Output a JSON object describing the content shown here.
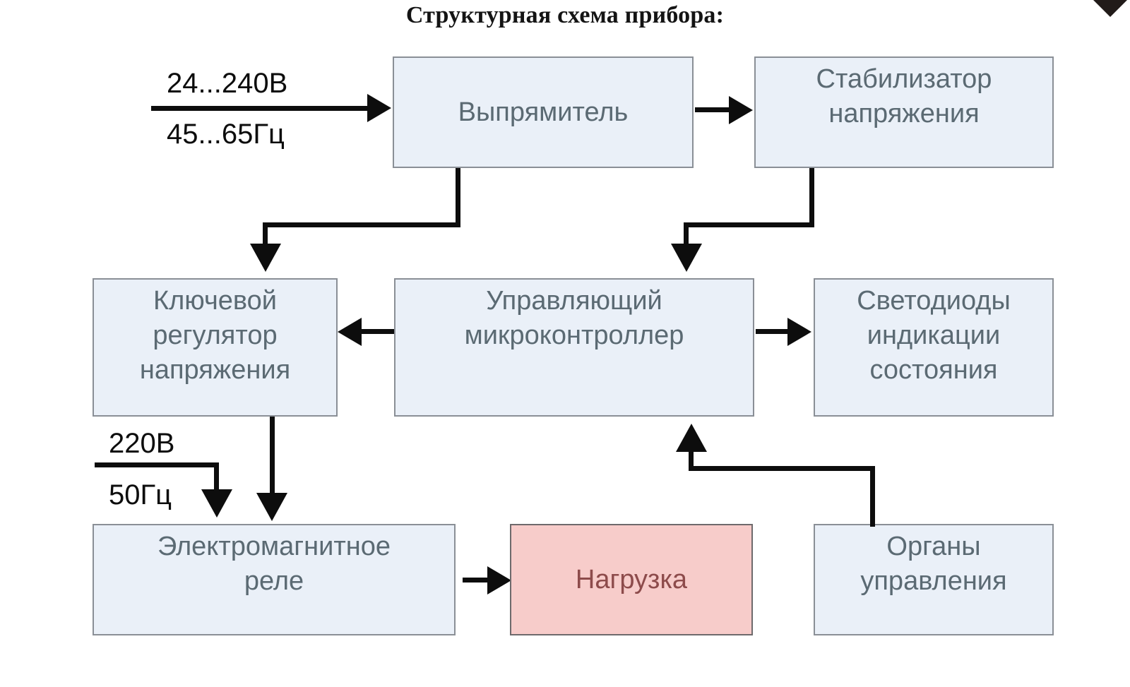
{
  "title": "Структурная схема прибора:",
  "palette": {
    "block_fill": "#eaf0f8",
    "block_border": "#8a8f96",
    "block_text": "#5b6a73",
    "load_fill": "#f7ccca",
    "load_text": "#8d4b4b",
    "wire": "#0d0d0d",
    "title_text": "#141414",
    "background": "#ffffff"
  },
  "blocks": [
    {
      "id": "rectifier",
      "label": "Выпрямитель"
    },
    {
      "id": "stabilizer",
      "label": "Стабилизатор\nнапряжения"
    },
    {
      "id": "regulator",
      "label": "Ключевой\nрегулятор\nнапряжения"
    },
    {
      "id": "mcu",
      "label": "Управляющий\nмикроконтроллер"
    },
    {
      "id": "leds",
      "label": "Светодиоды\nиндикации\nсостояния"
    },
    {
      "id": "relay",
      "label": "Электромагнитное\nреле"
    },
    {
      "id": "load",
      "label": "Нагрузка"
    },
    {
      "id": "controls",
      "label": "Органы\nуправления"
    }
  ],
  "wire_labels": {
    "input_voltage": "24...240В",
    "input_frequency": "45...65Гц",
    "mains_voltage": "220В",
    "mains_frequency": "50Гц"
  }
}
